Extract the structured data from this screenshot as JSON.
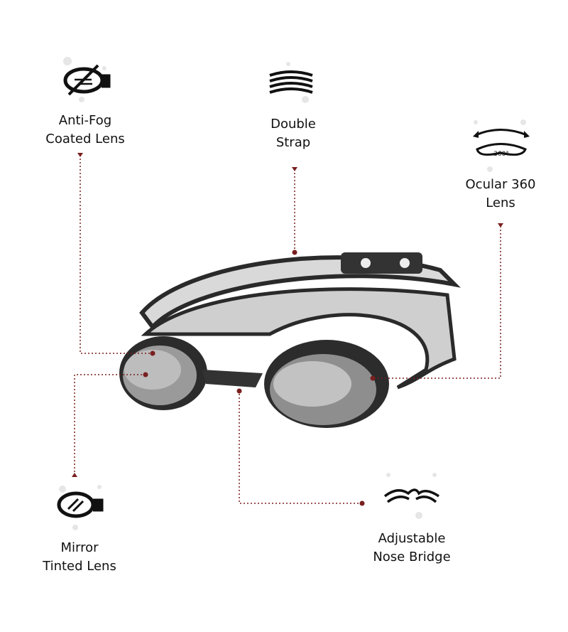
{
  "features": [
    {
      "id": "anti-fog",
      "line1": "Anti-Fog",
      "line2": "Coated Lens",
      "icon": "anti-fog-lens-icon"
    },
    {
      "id": "double-strap",
      "line1": "Double",
      "line2": "Strap",
      "icon": "double-strap-icon"
    },
    {
      "id": "ocular-360",
      "line1": "Ocular 360",
      "line2": "Lens",
      "icon": "ocular-360-icon",
      "icon_text": "360°"
    },
    {
      "id": "mirror-tinted",
      "line1": "Mirror",
      "line2": "Tinted Lens",
      "icon": "mirror-lens-icon"
    },
    {
      "id": "nose-bridge",
      "line1": "Adjustable",
      "line2": "Nose Bridge",
      "icon": "nose-bridge-icon"
    }
  ],
  "colors": {
    "leader": "#7a1f1f",
    "icon": "#111111",
    "lens": "#8a8a8a",
    "strap": "#2a2a2a"
  }
}
